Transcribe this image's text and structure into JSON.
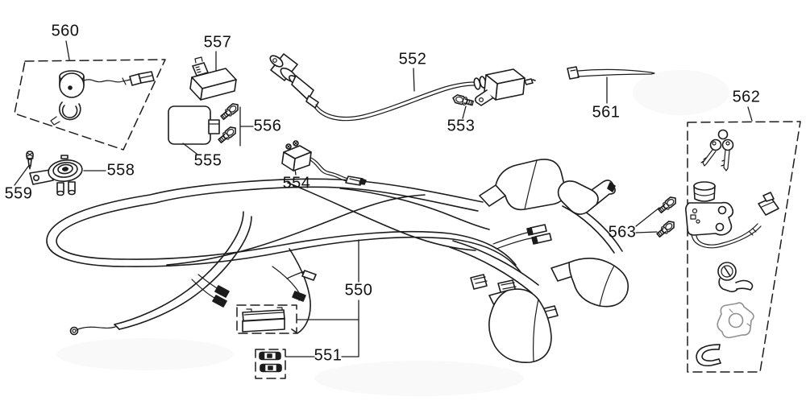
{
  "diagram": {
    "colors": {
      "background": "#ffffff",
      "line": "#1c1c1c",
      "label_text": "#111111",
      "muted_part_outline": "#909090"
    }
  },
  "parts": [
    {
      "label": "550"
    },
    {
      "label": "551"
    },
    {
      "label": "552"
    },
    {
      "label": "553"
    },
    {
      "label": "554"
    },
    {
      "label": "555"
    },
    {
      "label": "556"
    },
    {
      "label": "557"
    },
    {
      "label": "558"
    },
    {
      "label": "559"
    },
    {
      "label": "560"
    },
    {
      "label": "561"
    },
    {
      "label": "562"
    },
    {
      "label": "563"
    }
  ]
}
